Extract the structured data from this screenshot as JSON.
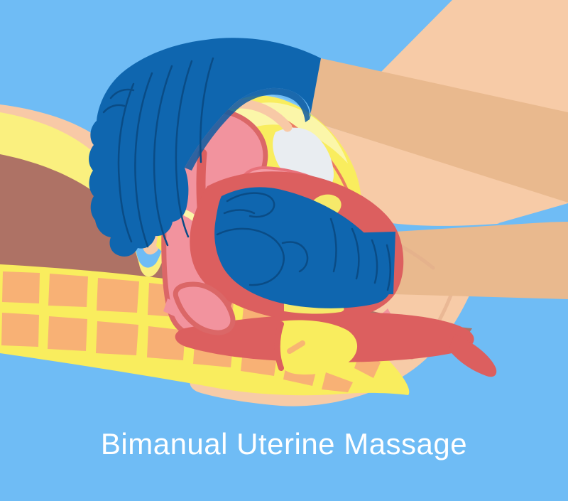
{
  "title": {
    "text": "Bimanual Uterine Massage"
  },
  "palette": {
    "bg": "#6FBCF5",
    "sky-light": "#82C7F8",
    "skin-light": "#F7CBA7",
    "skin-band": "#F8C9A6",
    "skin-shadow": "#E3AE8C",
    "arm-tan": "#E9B98E",
    "glove-blue": "#0F66AF",
    "glove-line": "#0A4C86",
    "glove-shade": "#0D5AA0",
    "fat-yellow": "#F9ED5E",
    "fat-pale": "#FBF6A9",
    "fat-pale2": "#F6E96A",
    "band-yellow": "#FAF07F",
    "cavity-brown": "#AE7265",
    "bone-orange": "#F8B175",
    "bone-gray": "#E9EDF1",
    "uterus-pink": "#F2939E",
    "uterus-outline": "#DB6767",
    "red-organ": "#DC5F5F",
    "dome-edge": "#EB7B62",
    "bladder-pink": "#F49CA6",
    "bladder-outline": "#E8717A",
    "bladder-line": "#D4525B",
    "text-white": "#FFFFFF"
  },
  "illustration": {
    "parts": [
      "patient-body",
      "patient-thigh",
      "patient-buttock",
      "practitioner-upper-arm",
      "practitioner-lower-arm",
      "external-gloved-hand",
      "internal-gloved-fist",
      "abdominal-skin-layer",
      "abdominal-fat-layer",
      "abdominal-cavity",
      "mons-fat-pad",
      "pubic-bone",
      "bladder",
      "urethra",
      "uterus",
      "uterine-cavity",
      "vaginal-canal",
      "vulva",
      "rectum",
      "sacrum-vertebrae",
      "caption"
    ]
  }
}
